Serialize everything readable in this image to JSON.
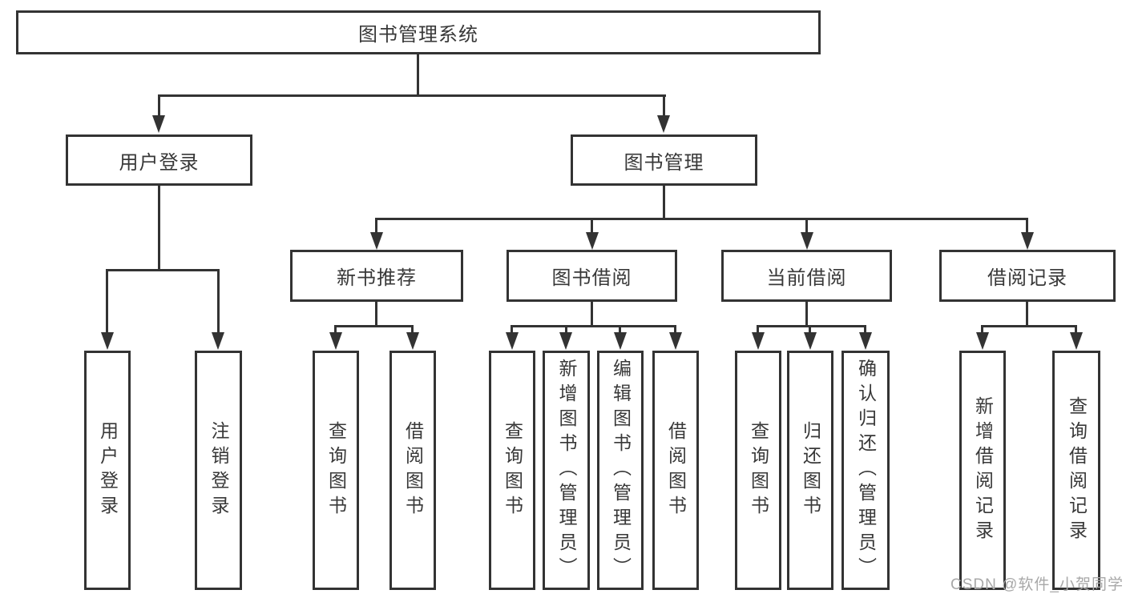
{
  "diagram": {
    "title": "图书管理系统",
    "level2": {
      "user_login": "用户登录",
      "book_mgmt": "图书管理"
    },
    "level3": {
      "new_books": "新书推荐",
      "book_borrow": "图书借阅",
      "current_borrow": "当前借阅",
      "borrow_records": "借阅记录"
    },
    "leaves": {
      "user_login": "用户登录",
      "logout": "注销登录",
      "nb_query": "查询图书",
      "nb_borrow": "借阅图书",
      "bb_query": "查询图书",
      "bb_add": "新增图书（管理员）",
      "bb_edit": "编辑图书（管理员）",
      "bb_borrow": "借阅图书",
      "cb_query": "查询图书",
      "cb_return": "归还图书",
      "cb_confirm": "确认归还（管理员）",
      "br_add": "新增借阅记录",
      "br_query": "查询借阅记录"
    }
  },
  "watermark": "CSDN @软件_小贺同学",
  "colors": {
    "line": "#333333",
    "text": "#383838",
    "watermark": "#a8a8a8",
    "background": "#ffffff"
  }
}
